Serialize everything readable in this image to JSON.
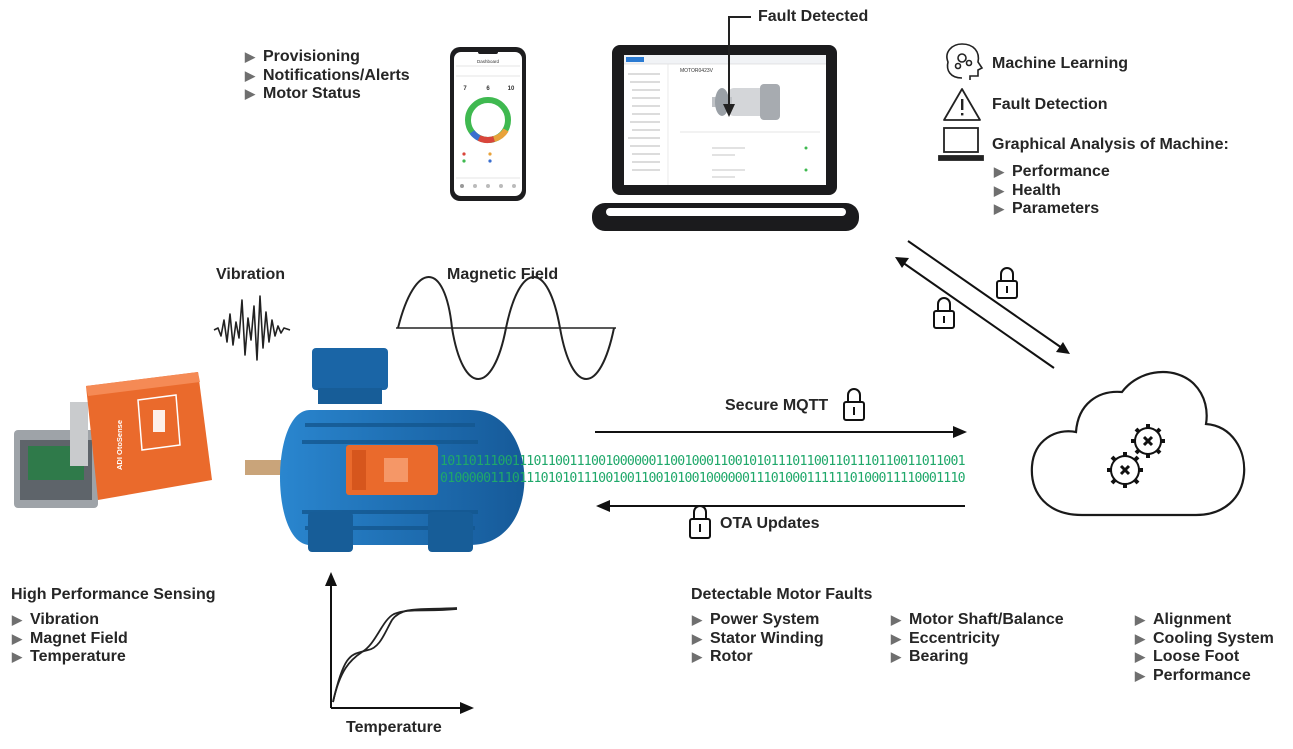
{
  "phone_features": [
    "Provisioning",
    "Notifications/Alerts",
    "Motor Status"
  ],
  "phone_screen": {
    "title": "Dashboard",
    "stats": [
      "7",
      "6",
      "10"
    ]
  },
  "laptop": {
    "fault_label": "Fault Detected",
    "app_title": "MOTOR0423V"
  },
  "analytics": {
    "items": [
      "Machine Learning",
      "Fault Detection",
      "Graphical Analysis of Machine:"
    ],
    "sub_items": [
      "Performance",
      "Health",
      "Parameters"
    ]
  },
  "vibration_label": "Vibration",
  "magnetic_label": "Magnetic Field",
  "sensor_brand": "ADI OtoSense",
  "mqtt_label": "Secure MQTT",
  "ota_label": "OTA Updates",
  "binary_top": "1011011100111011001110010000001100100011001010111011001101110110011011001",
  "binary_bottom": "0100000111011101010111001001100101001000000111010001111110100011110001110",
  "sensing": {
    "title": "High Performance Sensing",
    "items": [
      "Vibration",
      "Magnet Field",
      "Temperature"
    ]
  },
  "temperature_label": "Temperature",
  "faults": {
    "title": "Detectable Motor Faults",
    "col1": [
      "Power System",
      "Stator Winding",
      "Rotor"
    ],
    "col2": [
      "Motor Shaft/Balance",
      "Eccentricity",
      "Bearing"
    ],
    "col3": [
      "Alignment",
      "Cooling System",
      "Loose Foot",
      "Performance"
    ]
  },
  "colors": {
    "motor_blue": "#1f73b8",
    "sensor_orange": "#ea6a2c",
    "binary_green": "#1fa86a",
    "text": "#262626"
  }
}
